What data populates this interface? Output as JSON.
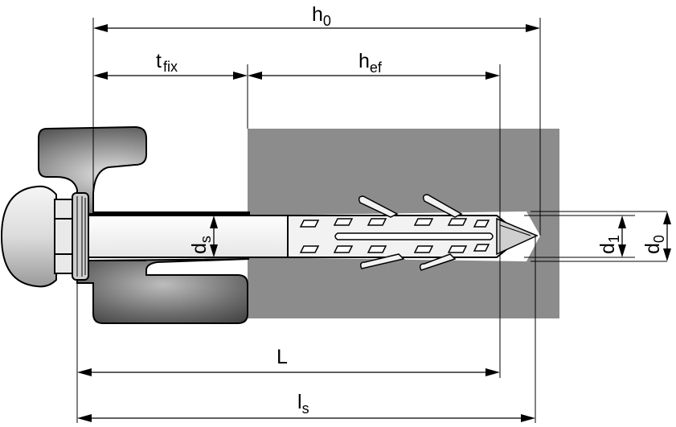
{
  "labels": {
    "h0": {
      "main": "h",
      "sub": "0"
    },
    "tfix": {
      "main": "t",
      "sub": "fix"
    },
    "hef": {
      "main": "h",
      "sub": "ef"
    },
    "ds": {
      "main": "d",
      "sub": "s"
    },
    "d1": {
      "main": "d",
      "sub": "1"
    },
    "d0": {
      "main": "d",
      "sub": "0"
    },
    "L": {
      "main": "L"
    },
    "ls": {
      "main": "l",
      "sub": "s"
    }
  },
  "colors": {
    "base_material": "#8c8c8c",
    "fixture_dark": "#4a4a4a",
    "fixture_light": "#d8d8d8",
    "line": "#000000",
    "background": "#ffffff"
  }
}
